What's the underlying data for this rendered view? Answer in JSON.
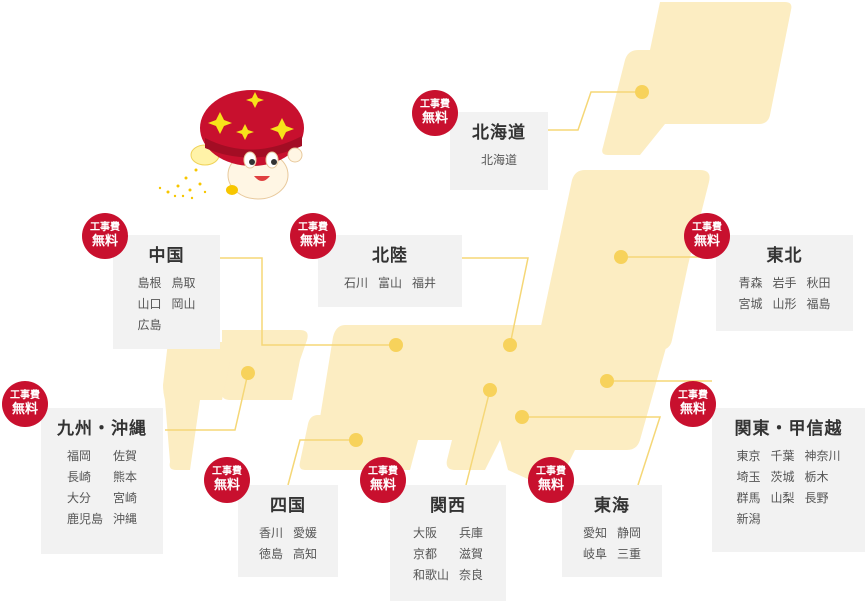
{
  "colors": {
    "land": "#fcedc2",
    "line": "#f5d777",
    "dot": "#f7d25b",
    "badge": "#c8102e",
    "card": "#f2f2f2"
  },
  "mascot": {
    "icon": "mushroom-mascot"
  },
  "regions": [
    {
      "id": "hokkaido",
      "badge_small": "工事費",
      "badge_big": "無料",
      "title": "北海道",
      "prefectures": [
        "北海道"
      ]
    },
    {
      "id": "chugoku",
      "badge_small": "工事費",
      "badge_big": "無料",
      "title": "中国",
      "prefectures": [
        "島根",
        "鳥取",
        "山口",
        "岡山",
        "広島"
      ]
    },
    {
      "id": "hokuriku",
      "badge_small": "工事費",
      "badge_big": "無料",
      "title": "北陸",
      "prefectures": [
        "石川",
        "富山",
        "福井"
      ]
    },
    {
      "id": "tohoku",
      "badge_small": "工事費",
      "badge_big": "無料",
      "title": "東北",
      "prefectures": [
        "青森",
        "岩手",
        "秋田",
        "宮城",
        "山形",
        "福島"
      ]
    },
    {
      "id": "kyushu",
      "badge_small": "工事費",
      "badge_big": "無料",
      "title": "九州・沖縄",
      "prefectures": [
        "福岡",
        "佐賀",
        "長崎",
        "熊本",
        "大分",
        "宮崎",
        "鹿児島",
        "沖縄"
      ]
    },
    {
      "id": "shikoku",
      "badge_small": "工事費",
      "badge_big": "無料",
      "title": "四国",
      "prefectures": [
        "香川",
        "愛媛",
        "徳島",
        "高知"
      ]
    },
    {
      "id": "kansai",
      "badge_small": "工事費",
      "badge_big": "無料",
      "title": "関西",
      "prefectures": [
        "大阪",
        "兵庫",
        "京都",
        "滋賀",
        "和歌山",
        "奈良"
      ]
    },
    {
      "id": "tokai",
      "badge_small": "工事費",
      "badge_big": "無料",
      "title": "東海",
      "prefectures": [
        "愛知",
        "静岡",
        "岐阜",
        "三重"
      ]
    },
    {
      "id": "kanto",
      "badge_small": "工事費",
      "badge_big": "無料",
      "title": "関東・甲信越",
      "prefectures": [
        "東京",
        "千葉",
        "神奈川",
        "埼玉",
        "茨城",
        "栃木",
        "群馬",
        "山梨",
        "長野",
        "新潟"
      ]
    }
  ]
}
